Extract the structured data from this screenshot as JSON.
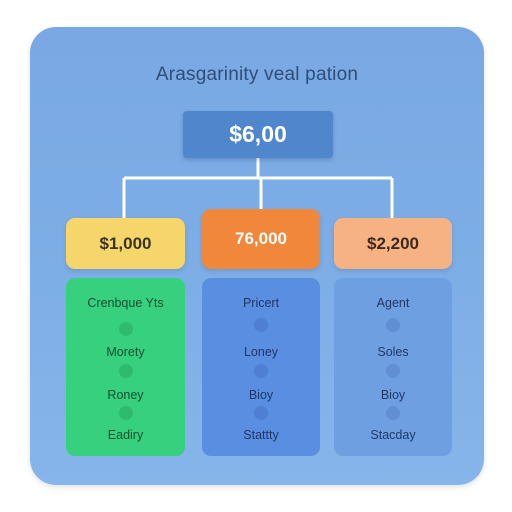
{
  "title": "Arasgarinity veal pation",
  "root": {
    "label": "$6,00"
  },
  "columns": [
    {
      "header": "$1,000",
      "items": [
        "Crenbque Yts",
        "Morety",
        "Roney",
        "Eadiry"
      ]
    },
    {
      "header": "76,000",
      "items": [
        "Pricert",
        "Loney",
        "Bioy",
        "Stattty"
      ]
    },
    {
      "header": "$2,200",
      "items": [
        "Agent",
        "Soles",
        "Bioy",
        "Stacday"
      ]
    }
  ],
  "colors": {
    "panel": "#7eaee6",
    "root": "#4f86cc",
    "header_1": "#f6d66a",
    "header_2": "#f1873a",
    "header_3": "#f6b282",
    "column_1": "#37d07e",
    "column_2": "#5a8ee0",
    "column_3": "#6e9fe0",
    "connector": "#ffffff"
  }
}
